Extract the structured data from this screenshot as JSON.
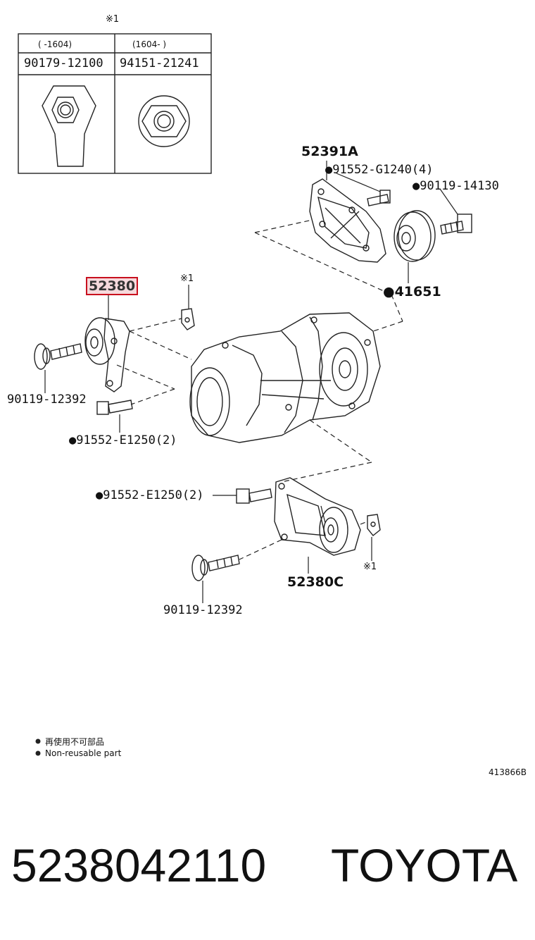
{
  "inset": {
    "marker": "※1",
    "col1_range": "(  -1604)",
    "col2_range": "(1604-  )",
    "col1_part": "90179-12100",
    "col2_part": "94151-21241"
  },
  "labels": {
    "bracket_52391A": "52391A",
    "bolt_91552G": "●91552-G1240(4)",
    "bolt_90119_14130": "●90119-14130",
    "pulley_41651": "●41651",
    "mount_52380": "52380",
    "marker_upper": "※1",
    "bolt_90119_upper": "90119-12392",
    "bolt_91552E_upper": "●91552-E1250(2)",
    "bolt_91552E_lower": "●91552-E1250(2)",
    "mount_52380C": "52380C",
    "marker_lower": "※1",
    "bolt_90119_lower": "90119-12392"
  },
  "legend": {
    "cn": "再使用不可部品",
    "en": "Non-reusable part",
    "bullet": "●"
  },
  "diagram_ref": "413866B",
  "footer": {
    "part_number": "5238042110",
    "brand": "TOYOTA"
  }
}
